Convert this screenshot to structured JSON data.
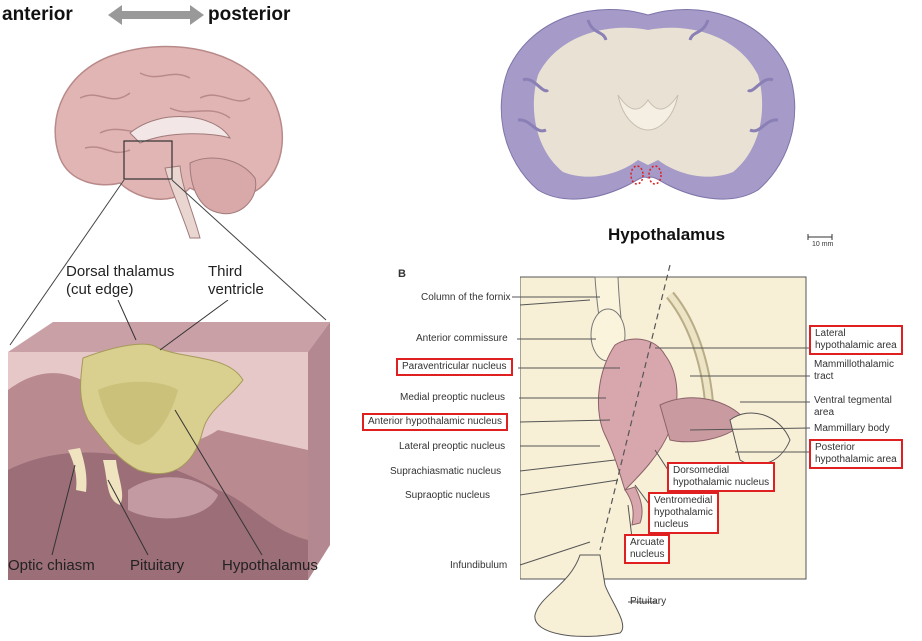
{
  "top_left": {
    "anterior": "anterior",
    "posterior": "posterior"
  },
  "left_panel": {
    "dorsal_thalamus": [
      "Dorsal thalamus",
      "(cut edge)"
    ],
    "third_ventricle": [
      "Third",
      "ventricle"
    ],
    "optic_chiasm": "Optic chiasm",
    "pituitary": "Pituitary",
    "hypothalamus": "Hypothalamus"
  },
  "coronal": {
    "label": "Hypothalamus",
    "scale": "10 mm"
  },
  "nuclei_panel": {
    "panel_letter": "B",
    "left_labels": {
      "column_fornix": "Column of the fornix",
      "anterior_commissure": "Anterior commissure",
      "paraventricular": "Paraventricular nucleus",
      "medial_preoptic": "Medial preoptic nucleus",
      "anterior_hypothalamic": "Anterior hypothalamic nucleus",
      "lateral_preoptic": "Lateral preoptic nucleus",
      "suprachiasmatic": "Suprachiasmatic nucleus",
      "supraoptic": "Supraoptic nucleus",
      "infundibulum": "Infundibulum",
      "pituitary": "Pituitary"
    },
    "right_labels": {
      "lateral_hypothalamic": [
        "Lateral",
        "hypothalamic area"
      ],
      "mammillothalamic": [
        "Mammillothalamic",
        "tract"
      ],
      "ventral_tegmental": [
        "Ventral tegmental",
        "area"
      ],
      "mammillary": "Mammillary body",
      "posterior_hypothalamic": [
        "Posterior",
        "hypothalamic area"
      ]
    },
    "inner_labels": {
      "dorsomedial": [
        "Dorsomedial",
        "hypothalamic nucleus"
      ],
      "ventromedial": [
        "Ventromedial",
        "hypothalamic",
        "nucleus"
      ],
      "arcuate": [
        "Arcuate",
        "nucleus"
      ]
    }
  },
  "colors": {
    "highlight_box": "#e02020",
    "brain_pink": "#e2b5b5",
    "hypothalamus_yellow": "#d9cf8e",
    "coronal_purple": "#a59ac8",
    "diagram_fill": "#f7efd6",
    "nucleus_fill": "#d7a7ad"
  }
}
